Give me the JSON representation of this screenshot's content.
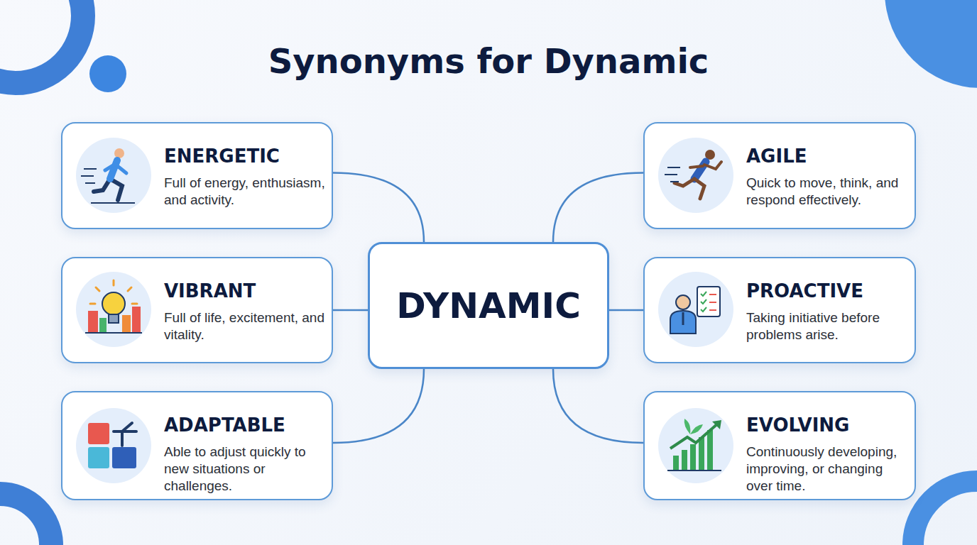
{
  "diagram": {
    "title": "Synonyms for Dynamic",
    "nodes": [
      {
        "text": [
          "ENERGETIC",
          "Full of energy, enthusiasm, and activity."
        ]
      },
      {
        "text": [
          "AGILE",
          "Quick to move, think, and respond effectively."
        ]
      },
      {
        "text": [
          "VIBRANT",
          "Full of life, excitement, and vitality."
        ]
      },
      {
        "text": [
          "DYNAMIC"
        ]
      },
      {
        "text": [
          "PROACTIVE",
          "Taking initiative before problems arise."
        ]
      },
      {
        "text": [
          "ADAPTABLE",
          "Able to adjust quickly to new situations or challenges."
        ]
      },
      {
        "text": [
          "EVOLVING",
          "Continuously developing, improving, or changing over time."
        ]
      }
    ],
    "edges": [
      {
        "from": 3,
        "to": 0,
        "arrow": "none"
      },
      {
        "from": 3,
        "to": 2,
        "arrow": "none"
      },
      {
        "from": 3,
        "to": 5,
        "arrow": "none"
      },
      {
        "from": 3,
        "to": 1,
        "arrow": "none"
      },
      {
        "from": 3,
        "to": 4,
        "arrow": "none"
      },
      {
        "from": 3,
        "to": 6,
        "arrow": "none"
      }
    ]
  }
}
